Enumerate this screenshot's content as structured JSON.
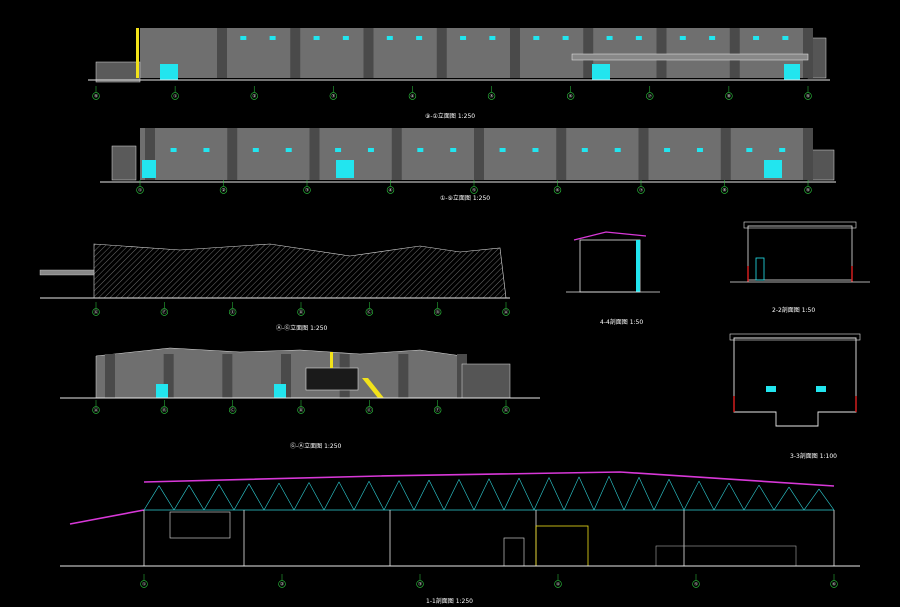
{
  "colors": {
    "background": "#000000",
    "wall": "#6f6f6f",
    "pier": "#4a4a4a",
    "window": "#22e5ef",
    "line": "#e8e8e8",
    "dim": "#2ecc40",
    "accent_yellow": "#f2e21a",
    "accent_magenta": "#d838d8",
    "truss": "#2fd0d6",
    "red": "#e02020"
  },
  "elevation_rows": [
    {
      "title": "⑨-①立面图 1:250",
      "axes": [
        "⑨",
        "①",
        "②",
        "③",
        "④",
        "⑤",
        "⑥",
        "⑦",
        "⑧",
        "⑨"
      ]
    },
    {
      "title": "①-⑨立面图 1:250",
      "axes": [
        "①",
        "②",
        "③",
        "④",
        "⑤",
        "⑥",
        "⑦",
        "⑧",
        "⑨"
      ]
    }
  ],
  "end_elevations": [
    {
      "title": "Ⓐ-Ⓖ立面图 1:250",
      "axes": [
        "Ⓖ",
        "Ⓕ",
        "Ⓔ",
        "Ⓓ",
        "Ⓒ",
        "Ⓑ",
        "Ⓐ"
      ]
    },
    {
      "title": "Ⓖ-Ⓐ立面图 1:250",
      "axes": [
        "Ⓐ",
        "Ⓑ",
        "Ⓒ",
        "Ⓓ",
        "Ⓔ",
        "Ⓕ",
        "Ⓖ"
      ]
    }
  ],
  "sections": [
    {
      "title": "4-4剖面图 1:50"
    },
    {
      "title": "2-2剖面图 1:50"
    },
    {
      "title": "3-3剖面图 1:100"
    },
    {
      "title": "1-1剖面图 1:250"
    }
  ]
}
